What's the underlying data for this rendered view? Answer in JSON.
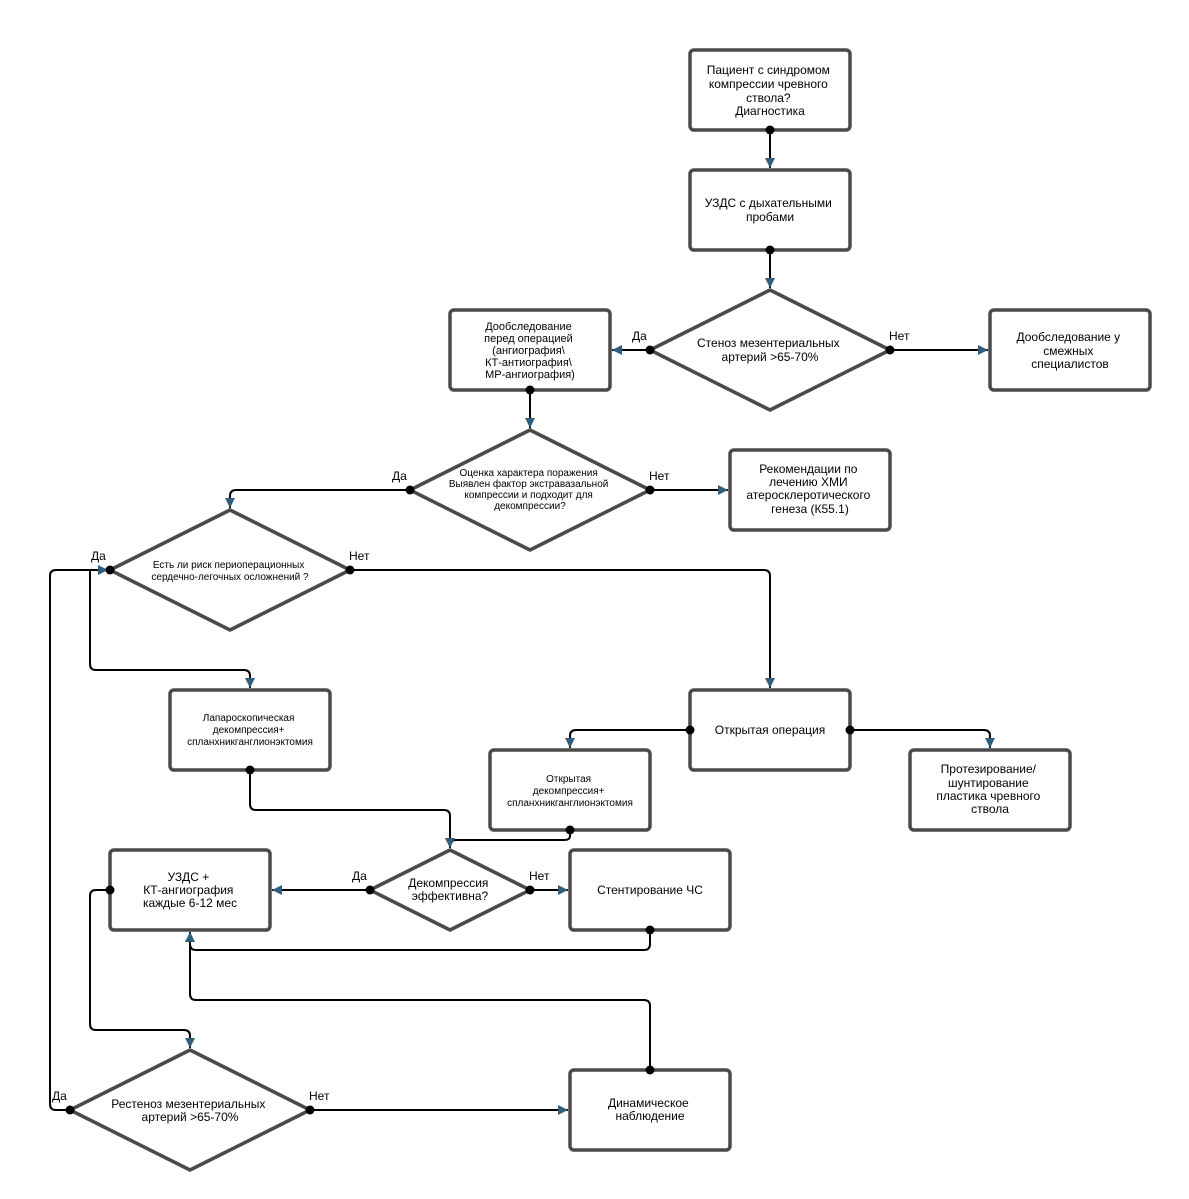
{
  "colors": {
    "node_stroke": "#4a4a4a",
    "edge": "#000000",
    "arrowhead": "#2f5f7a",
    "background": "#ffffff"
  },
  "nodes": {
    "start": [
      "Пациент с синдромом",
      "компрессии чревного",
      "ствола?",
      "Диагностика"
    ],
    "uzds": [
      "УЗДС с дыхательными",
      "пробами"
    ],
    "stenosis": [
      "Стеноз мезентериальных",
      "артерий >65-70%"
    ],
    "extra_exam": [
      "Дообследование",
      "перед операцией",
      "(ангиография\\",
      "КТ-антиография\\",
      "МР-ангиография)"
    ],
    "specialists": [
      "Дообследование у",
      "смежных",
      "специалистов"
    ],
    "lesion": [
      "Оценка характера поражения",
      "Выявлен фактор экстравазальной",
      "компрессии и подходит для",
      "декомпрессии?"
    ],
    "xmi": [
      "Рекомендации по",
      "лечению ХМИ",
      "атеросклеротического",
      "генеза (К55.1)"
    ],
    "risk": [
      "Есть ли риск периоперационных",
      "сердечно-легочных осложнений ?"
    ],
    "lap": [
      "Лапароскопическая",
      "декомпрессия+",
      "спланхникганглионэктомия"
    ],
    "open_op": [
      "Открытая операция"
    ],
    "open_decomp": [
      "Открытая",
      "декомпрессия+",
      "спланхникганглионэктомия"
    ],
    "prosthesis": [
      "Протезирование/",
      "шунтирование",
      "пластика чревного",
      "ствола"
    ],
    "followup_ct": [
      "УЗДС +",
      "КТ-ангиография",
      "каждые 6-12 мес"
    ],
    "effective": [
      "Декомпрессия",
      "эффективна?"
    ],
    "stenting": [
      "Стентирование ЧС"
    ],
    "restenosis": [
      "Рестеноз мезентериальных",
      "артерий >65-70%"
    ],
    "dynamic": [
      "Динамическое",
      "наблюдение"
    ]
  },
  "edge_labels": {
    "stenosis_yes": "Да",
    "stenosis_no": "Нет",
    "lesion_yes": "Да",
    "lesion_no": "Нет",
    "risk_yes": "Да",
    "risk_no": "Нет",
    "effective_yes": "Да",
    "effective_no": "Нет",
    "restenosis_yes": "Да",
    "restenosis_no": "Нет"
  }
}
